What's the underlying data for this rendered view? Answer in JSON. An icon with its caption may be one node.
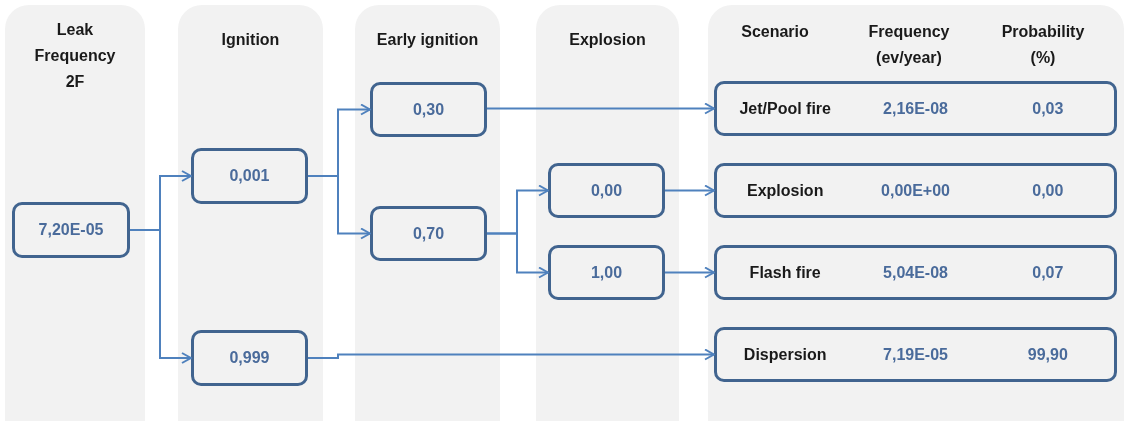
{
  "diagram": {
    "nodes": [
      {
        "text": [
          "Leak Frequency 2F"
        ]
      },
      {
        "text": [
          "7,20E-05"
        ],
        "in": 0
      },
      {
        "text": [
          "Ignition"
        ]
      },
      {
        "text": [
          "0,001"
        ],
        "in": 2
      },
      {
        "text": [
          "0,999"
        ],
        "in": 2
      },
      {
        "text": [
          "Early ignition"
        ]
      },
      {
        "text": [
          "0,30"
        ],
        "in": 5
      },
      {
        "text": [
          "0,70"
        ],
        "in": 5
      },
      {
        "text": [
          "Explosion"
        ]
      },
      {
        "text": [
          "0,00"
        ],
        "in": 8
      },
      {
        "text": [
          "1,00"
        ],
        "in": 8
      },
      {
        "text": [
          "Scenario",
          "Frequency (ev/year)",
          "Probability (%)"
        ]
      },
      {
        "text": [
          "Jet/Pool fire",
          "2,16E-08",
          "0,03"
        ],
        "in": 11
      },
      {
        "text": [
          "Explosion",
          "0,00E+00",
          "0,00"
        ],
        "in": 11
      },
      {
        "text": [
          "Flash fire",
          "5,04E-08",
          "0,07"
        ],
        "in": 11
      },
      {
        "text": [
          "Dispersion",
          "7,19E-05",
          "99,90"
        ],
        "in": 11
      }
    ],
    "edges": [
      {
        "from": 1,
        "to": 3,
        "arrow": "to"
      },
      {
        "from": 1,
        "to": 4,
        "arrow": "to"
      },
      {
        "from": 3,
        "to": 6,
        "arrow": "to"
      },
      {
        "from": 3,
        "to": 7,
        "arrow": "to"
      },
      {
        "from": 7,
        "to": 9,
        "arrow": "to"
      },
      {
        "from": 7,
        "to": 10,
        "arrow": "to"
      },
      {
        "from": 6,
        "to": 12,
        "arrow": "to"
      },
      {
        "from": 9,
        "to": 13,
        "arrow": "to"
      },
      {
        "from": 10,
        "to": 14,
        "arrow": "to"
      },
      {
        "from": 4,
        "to": 15,
        "arrow": "to"
      }
    ]
  }
}
